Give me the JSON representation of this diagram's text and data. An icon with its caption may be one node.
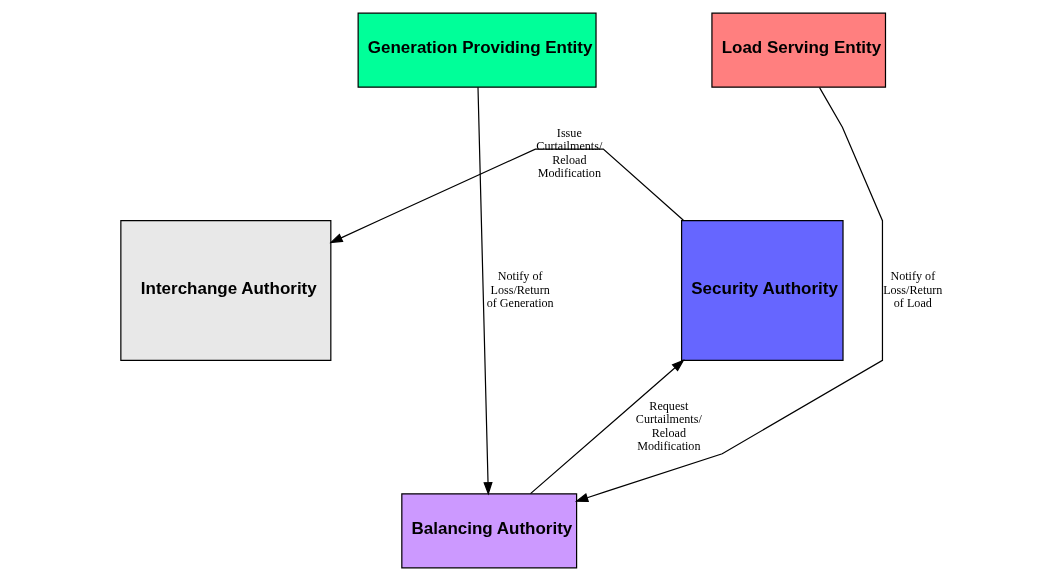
{
  "diagram": {
    "nodes": [
      {
        "text": [
          "Generation Providing Entity"
        ]
      },
      {
        "text": [
          "Load Serving Entity"
        ]
      },
      {
        "text": [
          "Interchange Authority"
        ]
      },
      {
        "text": [
          "Security Authority"
        ]
      },
      {
        "text": [
          "Balancing Authority"
        ]
      }
    ],
    "edges": [
      {
        "from": 0,
        "to": 4,
        "arrow": "to",
        "label": "Notify of Loss/Return of Generation"
      },
      {
        "from": 1,
        "to": 4,
        "arrow": "to",
        "label": "Notify of Loss/Return of Load"
      },
      {
        "from": 3,
        "to": 2,
        "arrow": "to",
        "label": "Issue Curtailments/ Reload Modification"
      },
      {
        "from": 4,
        "to": 3,
        "arrow": "to",
        "label": "Request Curtailments/ Reload Modification"
      }
    ]
  }
}
